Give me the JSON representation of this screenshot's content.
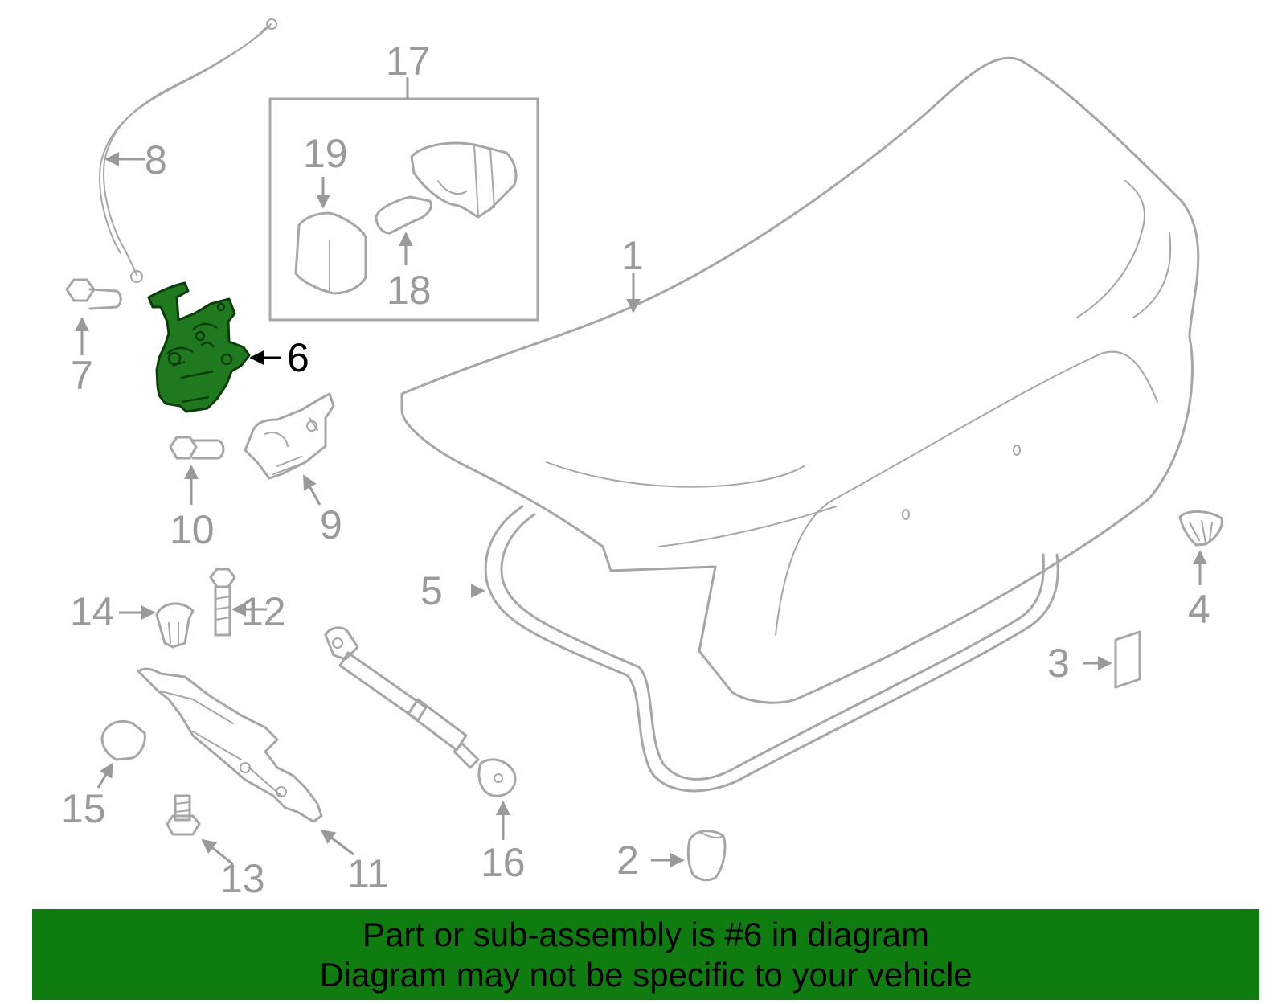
{
  "callouts": {
    "c1": "1",
    "c2": "2",
    "c3": "3",
    "c4": "4",
    "c5": "5",
    "c6": "6",
    "c7": "7",
    "c8": "8",
    "c9": "9",
    "c10": "10",
    "c11": "11",
    "c12": "12",
    "c13": "13",
    "c14": "14",
    "c15": "15",
    "c16": "16",
    "c17": "17",
    "c18": "18",
    "c19": "19"
  },
  "highlighted_part": "6",
  "colors": {
    "highlight_fill": "#1f7a1f",
    "line_art": "#a6a6a6",
    "banner_background": "#0f7c0f",
    "banner_text": "#000000"
  },
  "banner": {
    "line1": "Part or sub-assembly is #6 in diagram",
    "line2": "Diagram may not be specific to your vehicle"
  }
}
